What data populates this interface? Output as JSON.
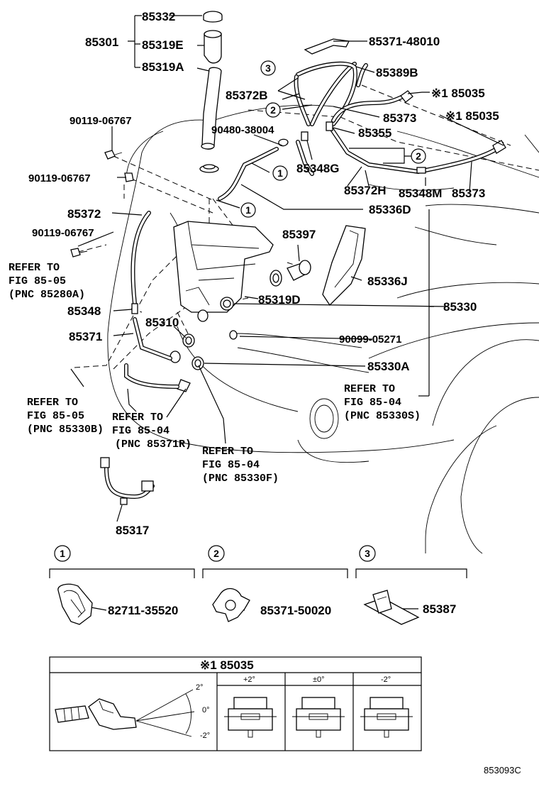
{
  "labels": {
    "p85332": "85332",
    "p85301": "85301",
    "p85319E": "85319E",
    "p85319A": "85319A",
    "p85371_48010": "85371-48010",
    "p85389B": "85389B",
    "p85372B": "85372B",
    "p85035a": "※1 85035",
    "p85035b": "※1 85035",
    "p90119a": "90119-06767",
    "p90119b": "90119-06767",
    "p90119c": "90119-06767",
    "p90480": "90480-38004",
    "p85373": "85373",
    "p85355": "85355",
    "p85348G": "85348G",
    "p85372H": "85372H",
    "p85348M": "85348M",
    "p85373b": "85373",
    "p85336D": "85336D",
    "p85372": "85372",
    "p85397": "85397",
    "p85336J": "85336J",
    "p85319D": "85319D",
    "p85348": "85348",
    "p85330": "85330",
    "p85310": "85310",
    "p85371": "85371",
    "p90099": "90099-05271",
    "p85330A": "85330A",
    "p85317": "85317",
    "ref1": [
      "REFER TO",
      "FIG 85-05",
      "(PNC 85280A)"
    ],
    "ref2": [
      "REFER TO",
      "FIG 85-05",
      "(PNC 85330B)"
    ],
    "ref3": [
      "REFER TO",
      "FIG 85-04",
      "(PNC 85371R)"
    ],
    "ref4": [
      "REFER TO",
      "FIG 85-04",
      "(PNC 85330F)"
    ],
    "ref5": [
      "REFER TO",
      "FIG 85-04",
      "(PNC 85330S)"
    ]
  },
  "callouts": [
    "1",
    "2",
    "3"
  ],
  "legend": [
    {
      "num": "1",
      "part": "82711-35520"
    },
    {
      "num": "2",
      "part": "85371-50020"
    },
    {
      "num": "3",
      "part": "85387"
    }
  ],
  "adjust_table": {
    "title": "※1 85035",
    "columns": [
      "+2°",
      "±0°",
      "-2°"
    ],
    "angles": [
      "2°",
      "0°",
      "-2°"
    ]
  },
  "figure_code": "853093C"
}
